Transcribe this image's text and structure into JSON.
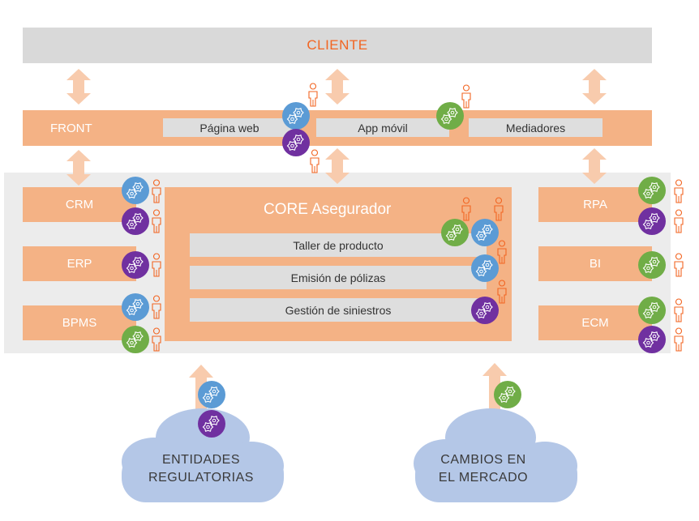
{
  "colors": {
    "orange": "#f4b285",
    "accent_text": "#f26522",
    "gray_bar": "#d9d9d9",
    "panel": "#ececec",
    "gear_blue": "#5b9bd5",
    "gear_purple": "#7030a0",
    "gear_green": "#70ad47",
    "cloud": "#b4c7e7",
    "arrow": "#f8cbad"
  },
  "client": {
    "label": "CLIENTE"
  },
  "front": {
    "label": "FRONT",
    "channels": [
      "Página web",
      "App móvil",
      "Mediadores"
    ]
  },
  "left": {
    "items": [
      "CRM",
      "ERP",
      "BPMS"
    ]
  },
  "core": {
    "title": "CORE Asegurador",
    "items": [
      "Taller de producto",
      "Emisión de pólizas",
      "Gestión de siniestros"
    ]
  },
  "right": {
    "items": [
      "RPA",
      "BI",
      "ECM"
    ]
  },
  "clouds": [
    {
      "line1": "ENTIDADES",
      "line2": "REGULATORIAS"
    },
    {
      "line1": "CAMBIOS EN",
      "line2": "EL MERCADO"
    }
  ],
  "icons": {
    "gear": "gear-icon",
    "person": "person-icon",
    "arrow": "double-arrow-icon",
    "cloud": "cloud-icon"
  }
}
